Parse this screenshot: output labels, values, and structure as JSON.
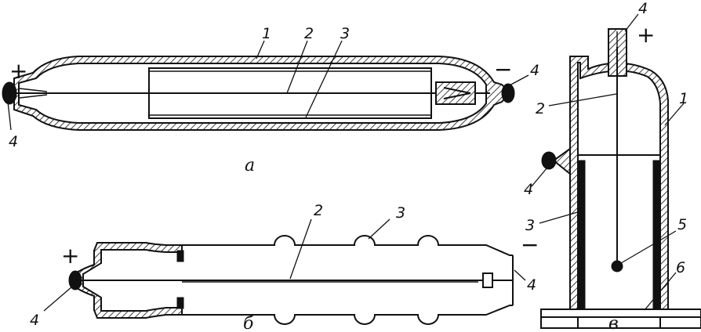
{
  "figure": {
    "views": [
      {
        "caption": "а",
        "polarity": {
          "plus": "+",
          "minus": "−"
        },
        "labels": {
          "n1": "1",
          "n2": "2",
          "n3": "3",
          "n4_left": "4",
          "n4_right": "4"
        }
      },
      {
        "caption": "б",
        "polarity": {
          "plus": "+"
        },
        "labels": {
          "n2": "2",
          "n3": "3",
          "n4_left": "4",
          "n4_right": "4"
        }
      },
      {
        "caption": "в",
        "polarity": {
          "plus": "+",
          "minus": "−"
        },
        "labels": {
          "n1": "1",
          "n2": "2",
          "n3": "3",
          "n4_top": "4",
          "n4_side": "4",
          "n5": "5",
          "n6": "6"
        }
      }
    ]
  }
}
